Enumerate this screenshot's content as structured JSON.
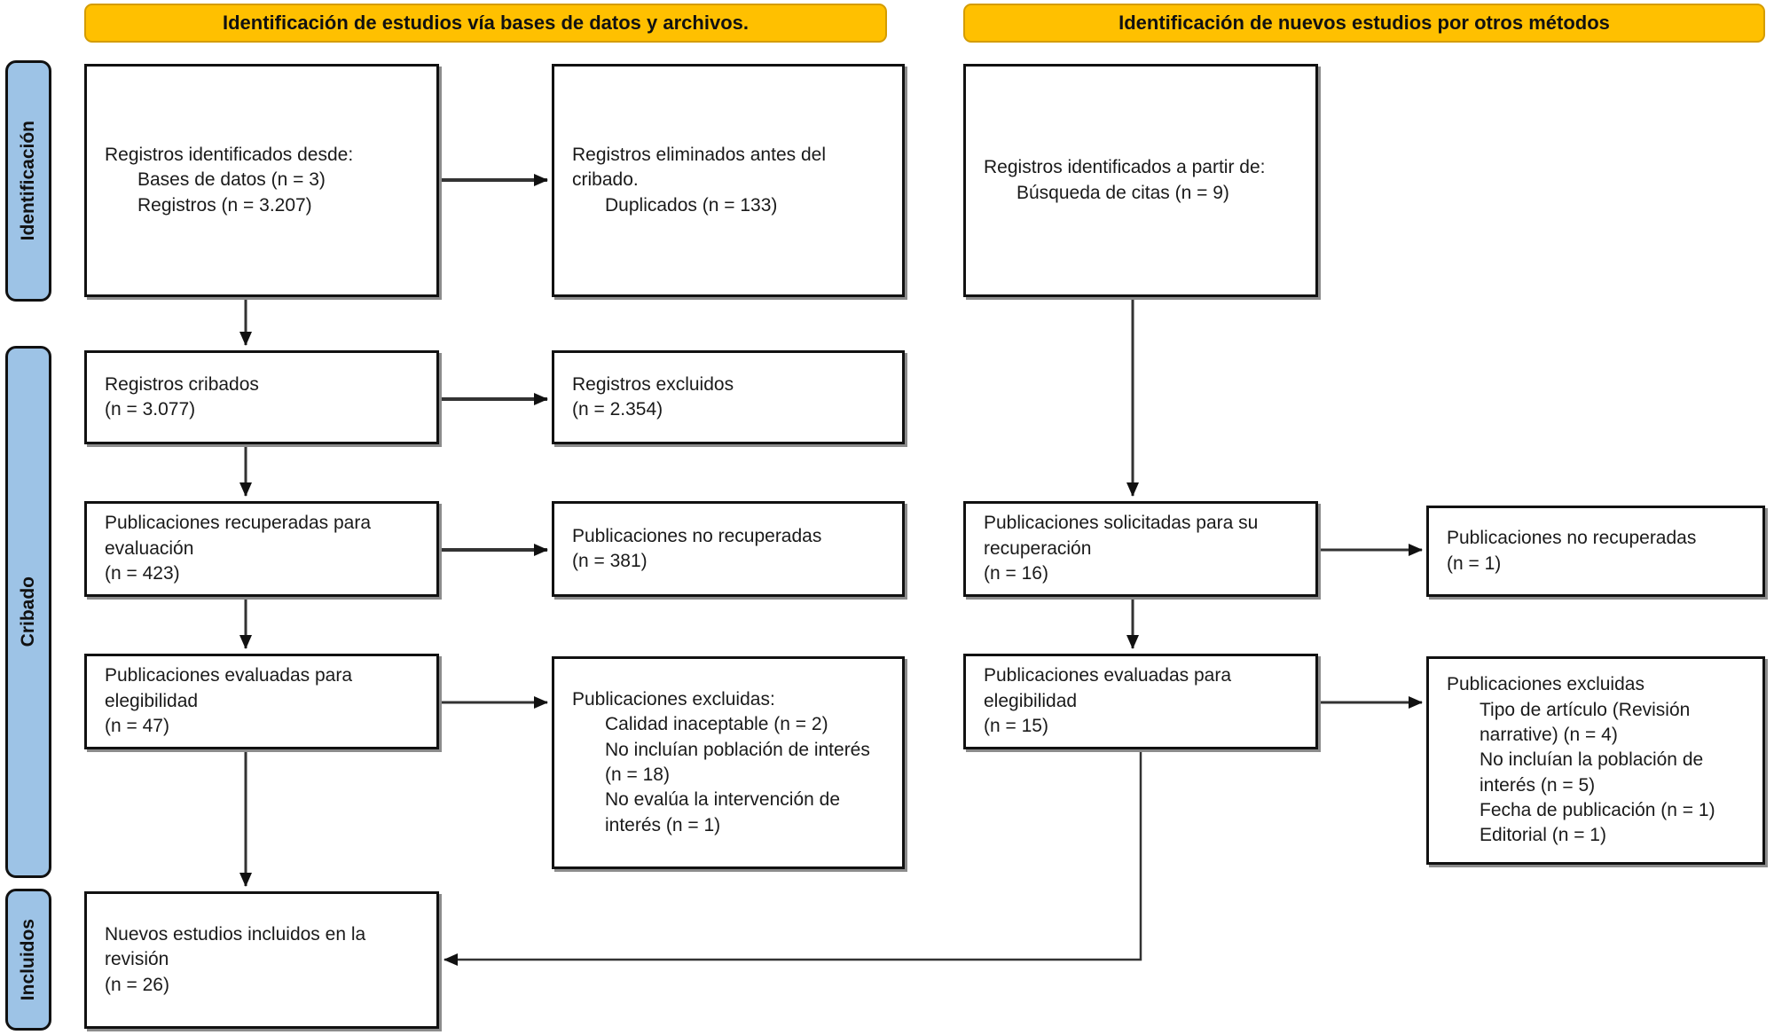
{
  "banners": {
    "databases": "Identificación de estudios vía bases de datos y archivos.",
    "other_methods": "Identificación de nuevos estudios por otros métodos"
  },
  "stages": {
    "identification": "Identificación",
    "screening": "Cribado",
    "included": "Incluidos"
  },
  "colors": {
    "banner_fill": "#FFC000",
    "stage_fill": "#9DC3E6",
    "box_border": "#111111",
    "arrow": "#1a1a1a"
  },
  "boxes": {
    "records_identified_db": {
      "title": "Registros identificados desde:",
      "items": [
        "Bases de datos (n = 3)",
        "Registros (n = 3.207)"
      ]
    },
    "records_removed": {
      "title": "Registros eliminados antes del cribado.",
      "items": [
        "Duplicados (n = 133)"
      ]
    },
    "records_identified_other": {
      "title": "Registros identificados a partir de:",
      "items": [
        "Búsqueda de citas (n = 9)"
      ]
    },
    "records_screened": {
      "title": "Registros cribados",
      "count": "(n = 3.077)"
    },
    "records_excluded": {
      "title": "Registros excluidos",
      "count": "(n = 2.354)"
    },
    "reports_retrieved_db": {
      "title": "Publicaciones recuperadas para evaluación",
      "count": "(n = 423)"
    },
    "reports_not_retrieved_db": {
      "title": "Publicaciones no recuperadas",
      "count": "(n = 381)"
    },
    "reports_assessed_db": {
      "title": "Publicaciones evaluadas para elegibilidad",
      "count": "(n = 47)"
    },
    "reports_excluded_db": {
      "title": "Publicaciones excluidas:",
      "items": [
        "Calidad inaceptable (n = 2)",
        "No incluían población de interés (n = 18)",
        "No evalúa la intervención de interés (n = 1)"
      ]
    },
    "reports_sought_other": {
      "title": "Publicaciones solicitadas para su recuperación",
      "count": "(n = 16)"
    },
    "reports_not_retrieved_other": {
      "title": "Publicaciones no recuperadas",
      "count": "(n = 1)"
    },
    "reports_assessed_other": {
      "title": "Publicaciones evaluadas para elegibilidad",
      "count": "(n = 15)"
    },
    "reports_excluded_other": {
      "title": "Publicaciones excluidas",
      "items": [
        "Tipo de artículo (Revisión narrative) (n = 4)",
        "No incluían la población de interés (n = 5)",
        "Fecha de publicación (n = 1)",
        "Editorial (n = 1)"
      ]
    },
    "new_studies_included": {
      "title": "Nuevos estudios incluidos en la revisión",
      "count": "(n = 26)"
    }
  }
}
